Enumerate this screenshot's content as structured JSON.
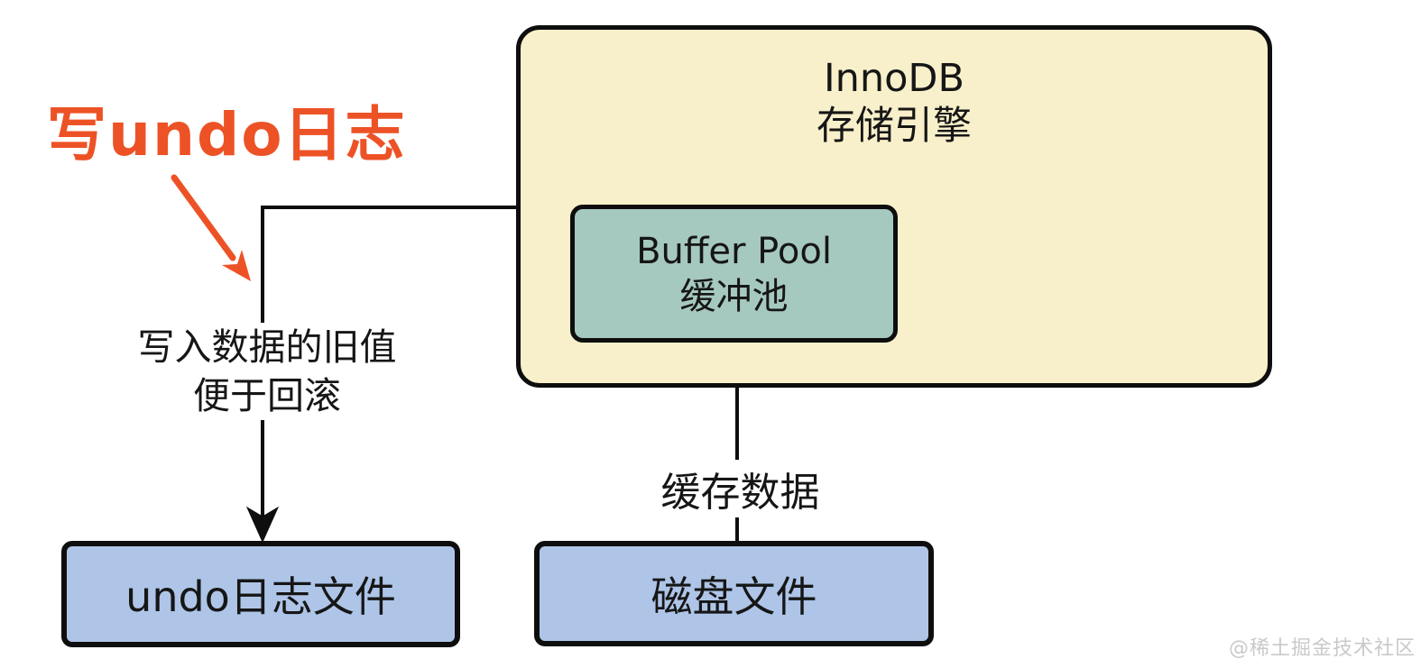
{
  "colors": {
    "accent-red": "#ED5226",
    "innodb-fill": "#F8F0CA",
    "buffer-fill": "#A6C9BF",
    "file-fill": "#AEC5E8",
    "line-black": "#0E0E0E",
    "watermark-gray": "#C9C9C9"
  },
  "labels": {
    "write_undo": "写undo日志",
    "note_line1": "写入数据的旧值",
    "note_line2": "便于回滚",
    "cache_data": "缓存数据"
  },
  "boxes": {
    "innodb": {
      "title_en": "InnoDB",
      "title_zh": "存储引擎"
    },
    "buffer_pool": {
      "title_en": "Buffer Pool",
      "title_zh": "缓冲池"
    },
    "undo_file": {
      "label": "undo日志文件"
    },
    "disk_file": {
      "label": "磁盘文件"
    }
  },
  "watermark": "@稀土掘金技术社区"
}
